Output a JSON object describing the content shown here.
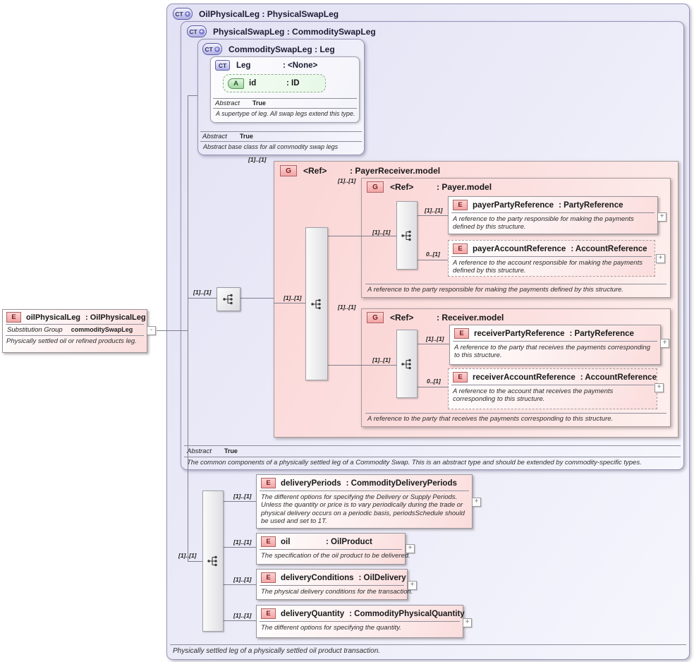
{
  "badges": {
    "ct": "CT",
    "e": "E",
    "g": "G",
    "a": "A"
  },
  "icons": {
    "plus": "+",
    "minus": "-",
    "expand": "+"
  },
  "outer": {
    "title": "OilPhysicalLeg : PhysicalSwapLeg",
    "footer": "Physically settled leg of a physically settled oil product transaction."
  },
  "physical_swap_leg": {
    "title": "PhysicalSwapLeg : CommoditySwapLeg",
    "abstract_label": "Abstract",
    "abstract_value": "True",
    "description": "The common components of a physically settled leg of a Commodity Swap. This is an abstract type and should be extended by commodity-specific types."
  },
  "commodity_swap_leg": {
    "title": "CommoditySwapLeg : Leg",
    "abstract_label": "Abstract",
    "abstract_value": "True",
    "description": "Abstract base class for all commodity swap legs"
  },
  "leg": {
    "name": "Leg",
    "type": ": <None>",
    "abstract_label": "Abstract",
    "abstract_value": "True",
    "description": "A supertype of leg. All swap legs extend this type.",
    "attribute": {
      "name": "id",
      "type": ": ID"
    }
  },
  "left_element": {
    "name": "oilPhysicalLeg",
    "type": ": OilPhysicalLeg",
    "substitution_label": "Substitution Group",
    "substitution_value": "commoditySwapLeg",
    "description": "Physically settled oil or refined products leg."
  },
  "groups": {
    "payer_receiver": {
      "name": "<Ref>",
      "type": ": PayerReceiver.model",
      "cardinality": "[1]..[1]"
    },
    "payer": {
      "name": "<Ref>",
      "type": ": Payer.model",
      "cardinality": "[1]..[1]",
      "footer": "A reference to the party responsible for making the payments defined by this structure."
    },
    "receiver": {
      "name": "<Ref>",
      "type": ": Receiver.model",
      "cardinality": "[1]..[1]",
      "footer": "A reference to the party that receives the payments corresponding to this structure."
    }
  },
  "elements": {
    "payer_party": {
      "name": "payerPartyReference",
      "type": ": PartyReference",
      "cardinality": "[1]..[1]",
      "description": "A reference to the party responsible for making the payments defined by this structure."
    },
    "payer_account": {
      "name": "payerAccountReference",
      "type": ": AccountReference",
      "cardinality": "0..[1]",
      "description": "A reference to the account responsible for making the payments defined by this structure."
    },
    "receiver_party": {
      "name": "receiverPartyReference",
      "type": ": PartyReference",
      "cardinality": "[1]..[1]",
      "description": "A reference to the party that receives the payments corresponding to this structure."
    },
    "receiver_account": {
      "name": "receiverAccountReference",
      "type": ": AccountReference",
      "cardinality": "0..[1]",
      "description": "A reference to the account that receives the payments corresponding to this structure."
    },
    "delivery_periods": {
      "name": "deliveryPeriods",
      "type": ": CommodityDeliveryPeriods",
      "cardinality": "[1]..[1]",
      "description": "The different options for specifying the Delivery or Supply Periods. Unless the quantity or price is to vary periodically during the trade or physical delivery occurs on a periodic basis, periodsSchedule should be used and set to 1T."
    },
    "oil": {
      "name": "oil",
      "type": ": OilProduct",
      "cardinality": "[1]..[1]",
      "description": "The specification of the oil product to be delivered."
    },
    "delivery_conditions": {
      "name": "deliveryConditions",
      "type": ": OilDelivery",
      "cardinality": "[1]..[1]",
      "description": "The physical delivery conditions for the transaction."
    },
    "delivery_quantity": {
      "name": "deliveryQuantity",
      "type": ": CommodityPhysicalQuantity",
      "cardinality": "[1]..[1]",
      "description": "The different options for specifying the quantity."
    }
  },
  "connectors": {
    "root_cardinality": "[1]..[1]",
    "payer_receiver_bar_cardinality": "[1]..[1]",
    "payer_bar_cardinality": "[1]..[1]",
    "receiver_bar_cardinality": "[1]..[1]",
    "bottom_sequence_cardinality": "[1]..[1]"
  }
}
